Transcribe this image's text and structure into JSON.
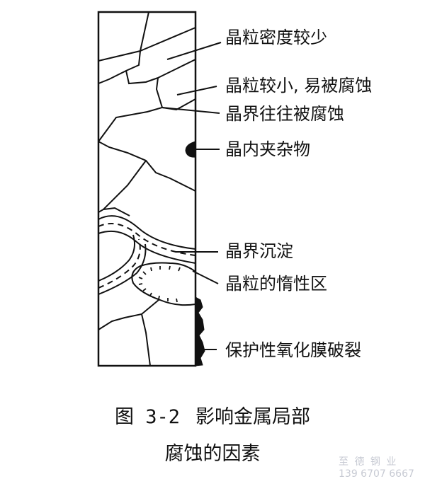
{
  "labels": [
    {
      "key": "grain-density-low",
      "text": "晶粒密度较少"
    },
    {
      "key": "small-grain-corroded",
      "text": "晶粒较小, 易被腐蚀"
    },
    {
      "key": "grain-boundary-corroded",
      "text": "晶界往往被腐蚀"
    },
    {
      "key": "intragranular-inclusion",
      "text": "晶内夹杂物"
    },
    {
      "key": "grain-boundary-precipitation",
      "text": "晶界沉淀"
    },
    {
      "key": "grain-inert-zone",
      "text": "晶粒的惰性区"
    },
    {
      "key": "passive-film-rupture",
      "text": "保护性氧化膜破裂"
    }
  ],
  "caption": {
    "figure_number": "图 3-2",
    "title_line1": "影响金属局部",
    "title_line2": "腐蚀的因素"
  },
  "watermark": {
    "company": "至 德 钢 业",
    "phone": "139 6707 6667"
  },
  "colors": {
    "ink": "#111111",
    "background": "#ffffff",
    "watermark": "#9aa0b0"
  }
}
